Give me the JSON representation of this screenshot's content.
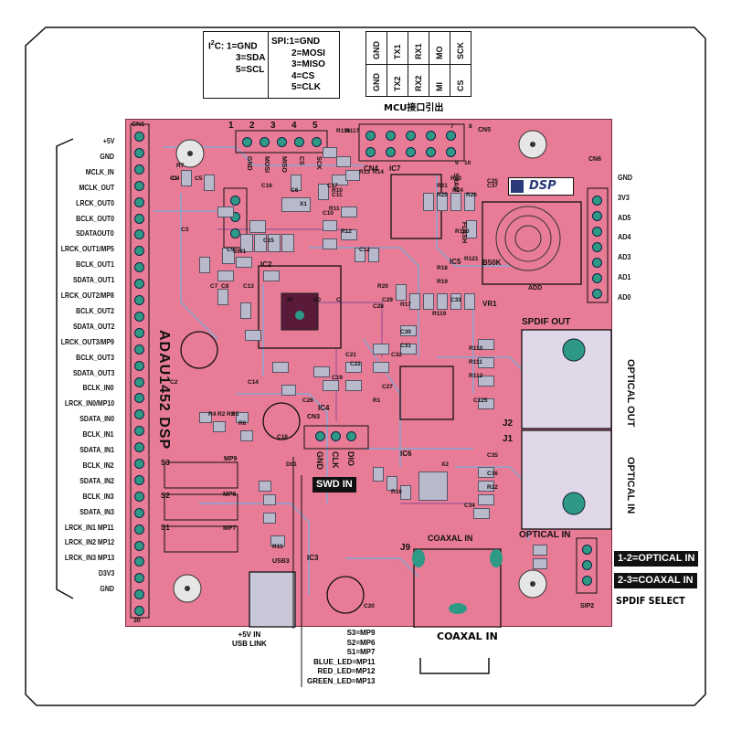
{
  "left_labels": [
    "+5V",
    "GND",
    "MCLK_IN",
    "MCLK_OUT",
    "LRCK_OUT0",
    "BCLK_OUT0",
    "SDATAOUT0",
    "LRCK_OUT1/MP5",
    "BCLK_OUT1",
    "SDATA_OUT1",
    "LRCK_OUT2/MP8",
    "BCLK_OUT2",
    "SDATA_OUT2",
    "LRCK_OUT3/MP9",
    "BCLK_OUT3",
    "SDATA_OUT3",
    "BCLK_IN0",
    "LRCK_IN0/MP10",
    "SDATA_IN0",
    "BCLK_IN1",
    "SDATA_IN1",
    "BCLK_IN2",
    "SDATA_IN2",
    "BCLK_IN3",
    "SDATA_IN3",
    "LRCK_IN1  MP11",
    "LRCK_IN2  MP12",
    "LRCK_IN3  MP13",
    "D3V3",
    "GND"
  ],
  "right_labels": [
    "GND",
    "3V3",
    "AD5",
    "AD4",
    "AD3",
    "AD1",
    "AD0"
  ],
  "legend": {
    "i2c_prefix": "I",
    "i2c_sup": "2",
    "i2c_lines": [
      "C: 1=GND",
      "3=SDA",
      "5=SCL"
    ],
    "spi_lines": [
      "SPI:1=GND",
      "2=MOSI",
      "3=MISO",
      "4=CS",
      "5=CLK"
    ]
  },
  "mcu_table": {
    "top": [
      "GND",
      "TX1",
      "RX1",
      "MO",
      "SCK"
    ],
    "bottom": [
      "GND",
      "TX2",
      "RX2",
      "MI",
      "CS"
    ],
    "caption": "MCU接口引出"
  },
  "board": {
    "chip_name": "ADAU1452 DSP",
    "dsp_logo": "DSP",
    "cn1": "CN1",
    "cn1_pin30": "30",
    "header_nums": [
      "1",
      "2",
      "3",
      "4",
      "5"
    ],
    "header_pins": [
      "GND",
      "MOSI",
      "MISO",
      "CS",
      "SCK"
    ],
    "swd_pins": [
      "GND",
      "CLK",
      "DIO"
    ],
    "swd_label": "SWD IN",
    "cn3": "CN3",
    "spdif_out": "SPDIF OUT",
    "optical_in": "OPTICAL IN",
    "coaxal_in": "COAXAL IN",
    "j9": "J9",
    "j2": "J2",
    "j1": "J1",
    "sip2": "SIP2",
    "cn6": "CN6",
    "cn4": "CN4",
    "cn5": "CN5",
    "usb": "USB3",
    "b50k": "B50K",
    "vr1": "VR1",
    "add": "ADD",
    "flash": "FLASH",
    "sram": "SRAM",
    "ic_labels": [
      "IC2",
      "IC3",
      "IC4",
      "IC5",
      "IC6",
      "IC7"
    ],
    "switches": [
      "S3",
      "S2",
      "S1"
    ],
    "mp_labels": [
      "MP9",
      "MP6",
      "MP7"
    ],
    "parts": [
      "C1",
      "C2",
      "C3",
      "C4",
      "C5",
      "C6",
      "C7",
      "C8",
      "C9",
      "C10",
      "C11",
      "C12",
      "C13",
      "C14",
      "C15",
      "C16",
      "C17",
      "C18",
      "C19",
      "C20",
      "C21",
      "C22",
      "C25",
      "C26",
      "C27",
      "C28",
      "C29",
      "C30",
      "C31",
      "C32",
      "C33",
      "C34",
      "C35",
      "C36",
      "C37",
      "C125",
      "R1",
      "R2",
      "R3",
      "R4",
      "R5",
      "R6",
      "R7",
      "R10",
      "R11",
      "R12",
      "R13",
      "R14",
      "R15",
      "R16",
      "R17",
      "R18",
      "R19",
      "R20",
      "R21",
      "R22",
      "R23",
      "R24",
      "R25",
      "R26",
      "R110",
      "R111",
      "R112",
      "R116",
      "R117",
      "R119",
      "R120",
      "R121",
      "X1",
      "X2",
      "D01",
      "SW1",
      "7",
      "8",
      "9",
      "10",
      "S0",
      "C",
      "JP"
    ]
  },
  "bottom": {
    "usb_caption": [
      "+5V IN",
      "USB LINK"
    ],
    "coaxal_caption": "COAXAL IN",
    "mp_map": [
      "S3=MP9",
      "S2=MP6",
      "S1=MP7",
      "BLUE_LED=MP11",
      "RED_LED=MP12",
      "GREEN_LED=MP13"
    ]
  },
  "right_side": {
    "optical_out_v": "OPTICAL OUT",
    "optical_in_v": "OPTICAL IN",
    "sel1": "1-2=OPTICAL IN",
    "sel2": "2-3=COAXAL IN",
    "spdif_select": "SPDIF SELECT"
  },
  "colors": {
    "pcb": "#e87b95",
    "pad": "#2e9a86",
    "copper": "#b9b9cc",
    "line": "#111111"
  }
}
